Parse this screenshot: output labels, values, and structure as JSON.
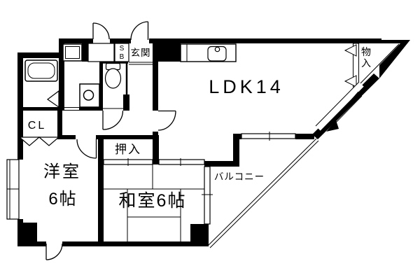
{
  "plan": {
    "type": "apartment-floor-plan",
    "colors": {
      "wall": "#000000",
      "background": "#ffffff"
    },
    "rooms": {
      "ldk": {
        "label": "LDK14"
      },
      "washitsu": {
        "label": "和室6帖"
      },
      "youshitsu": {
        "label_line1": "洋室",
        "label_line2": "6帖"
      },
      "oshiire": {
        "label": "押入"
      },
      "genkan": {
        "label": "玄関"
      },
      "shoebox": {
        "char1": "S",
        "char2": "B"
      },
      "closet": {
        "label": "CL"
      },
      "monoire": {
        "char1": "物",
        "char2": "入"
      },
      "balcony": {
        "label": "バルコニー"
      }
    },
    "fixtures": [
      "bathtub",
      "toilet",
      "washing-machine",
      "washer-pan",
      "kitchen-counter",
      "kitchen-sink",
      "bay-window"
    ]
  }
}
